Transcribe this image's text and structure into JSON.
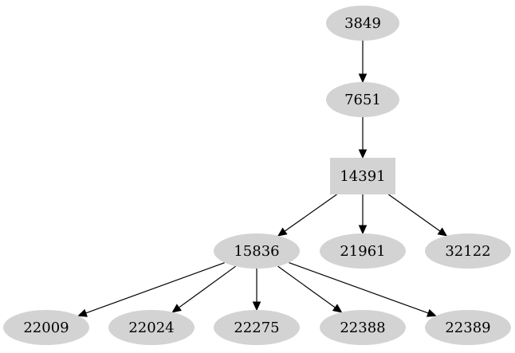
{
  "diagram": {
    "nodes": [
      {
        "id": "n3849",
        "label": "3849",
        "shape": "ellipse"
      },
      {
        "id": "n7651",
        "label": "7651",
        "shape": "ellipse"
      },
      {
        "id": "n14391",
        "label": "14391",
        "shape": "box"
      },
      {
        "id": "n15836",
        "label": "15836",
        "shape": "ellipse"
      },
      {
        "id": "n21961",
        "label": "21961",
        "shape": "ellipse"
      },
      {
        "id": "n32122",
        "label": "32122",
        "shape": "ellipse"
      },
      {
        "id": "n22009",
        "label": "22009",
        "shape": "ellipse"
      },
      {
        "id": "n22024",
        "label": "22024",
        "shape": "ellipse"
      },
      {
        "id": "n22275",
        "label": "22275",
        "shape": "ellipse"
      },
      {
        "id": "n22388",
        "label": "22388",
        "shape": "ellipse"
      },
      {
        "id": "n22389",
        "label": "22389",
        "shape": "ellipse"
      }
    ],
    "edges": [
      {
        "from": "n3849",
        "to": "n7651"
      },
      {
        "from": "n7651",
        "to": "n14391"
      },
      {
        "from": "n14391",
        "to": "n15836"
      },
      {
        "from": "n14391",
        "to": "n21961"
      },
      {
        "from": "n14391",
        "to": "n32122"
      },
      {
        "from": "n15836",
        "to": "n22009"
      },
      {
        "from": "n15836",
        "to": "n22024"
      },
      {
        "from": "n15836",
        "to": "n22275"
      },
      {
        "from": "n15836",
        "to": "n22388"
      },
      {
        "from": "n15836",
        "to": "n22389"
      }
    ],
    "colors": {
      "node_fill": "#d3d3d3",
      "edge": "#000000",
      "text": "#000000"
    }
  }
}
